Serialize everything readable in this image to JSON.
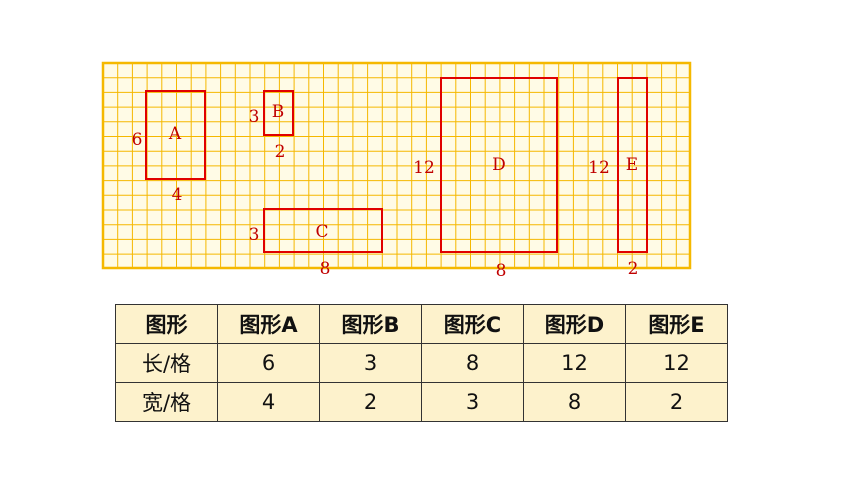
{
  "diagram": {
    "shapes": [
      {
        "id": "A",
        "label": "A",
        "length": "6",
        "width": "4"
      },
      {
        "id": "B",
        "label": "B",
        "length": "3",
        "width": "2"
      },
      {
        "id": "C",
        "label": "C",
        "length": "3",
        "width": "8"
      },
      {
        "id": "D",
        "label": "D",
        "length": "12",
        "width": "8"
      },
      {
        "id": "E",
        "label": "E",
        "length": "12",
        "width": "2"
      }
    ],
    "grid_color": "#f5b800",
    "grid_bg": "#fffbe6",
    "shape_color": "#e00000"
  },
  "table": {
    "header": [
      "图形",
      "图形A",
      "图形B",
      "图形C",
      "图形D",
      "图形E"
    ],
    "rows": [
      {
        "label": "长/格",
        "values": [
          "6",
          "3",
          "8",
          "12",
          "12"
        ]
      },
      {
        "label": "宽/格",
        "values": [
          "4",
          "2",
          "3",
          "8",
          "2"
        ]
      }
    ]
  }
}
